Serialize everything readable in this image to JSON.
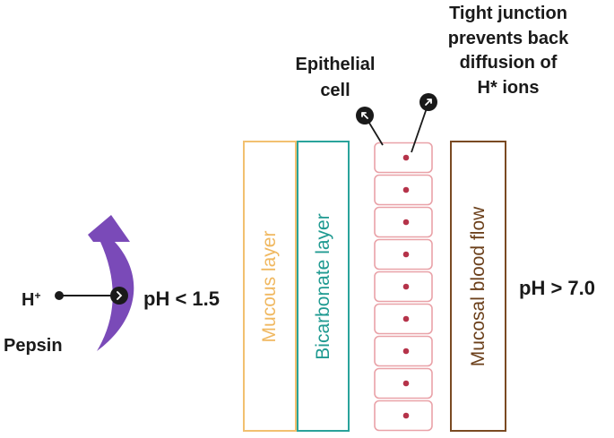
{
  "labels": {
    "tight_junction": [
      "Tight junction",
      "prevents back",
      "diffusion of",
      "H* ions"
    ],
    "epithelial_cell": [
      "Epithelial",
      "cell"
    ],
    "h_plus": "H",
    "h_plus_sup": "+",
    "pepsin": "Pepsin",
    "ph_low": "pH < 1.5",
    "ph_high": "pH > 7.0"
  },
  "layers": {
    "mucous": "Mucous layer",
    "bicarbonate": "Bicarbonate layer",
    "blood_flow": "Mucosal blood flow"
  },
  "colors": {
    "mucous": "#f2c070",
    "bicarbonate": "#29a39b",
    "blood_flow": "#7a4a22",
    "cell_border": "#e9a2a8",
    "cell_nucleus": "#b5334a",
    "arrow": "#7a4ab8"
  },
  "icons": {
    "pointer_icon": "arrow-in-circle",
    "pepsin_arrow": "curved-arrow-up"
  },
  "cells": {
    "count": 9
  }
}
